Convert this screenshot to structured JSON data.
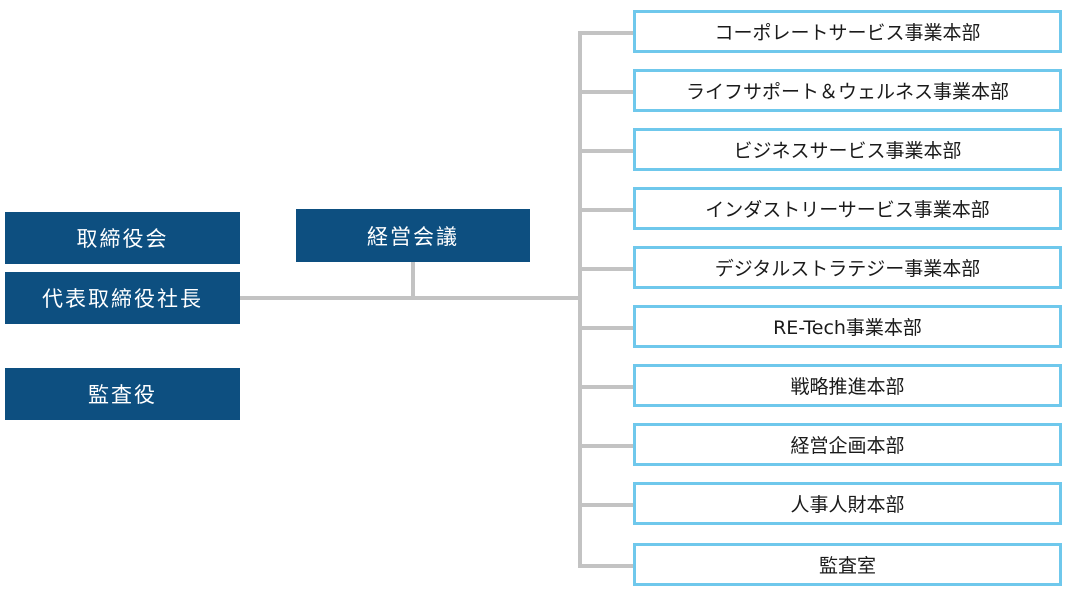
{
  "executives": {
    "board": "取締役会",
    "president": "代表取締役社長",
    "auditor": "監査役"
  },
  "management_meeting": "経営会議",
  "departments": [
    "コーポレートサービス事業本部",
    "ライフサポート＆ウェルネス事業本部",
    "ビジネスサービス事業本部",
    "インダストリーサービス事業本部",
    "デジタルストラテジー事業本部",
    "RE-Tech事業本部",
    "戦略推進本部",
    "経営企画本部",
    "人事人財本部",
    "監査室"
  ],
  "colors": {
    "executive_fill": "#0d4f80",
    "department_border": "#6fc8ec",
    "connector": "#c3c3c3"
  }
}
